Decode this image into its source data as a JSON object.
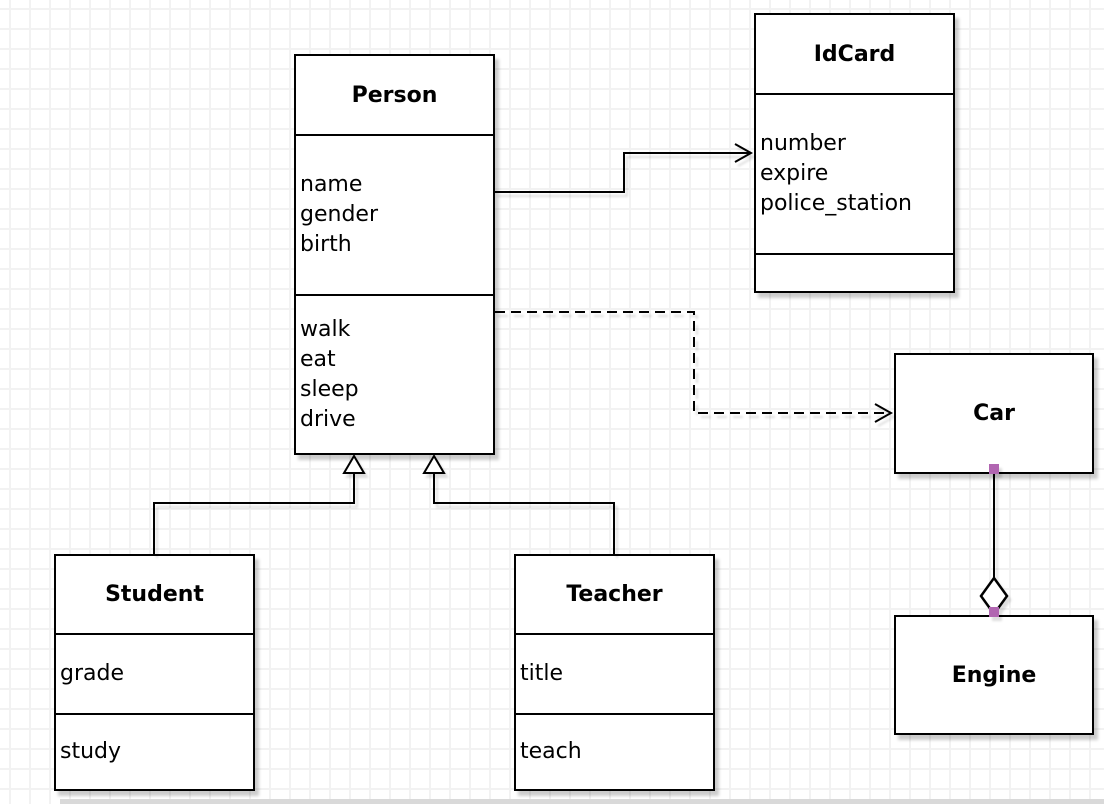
{
  "diagram": {
    "type": "uml-class-diagram",
    "classes": [
      {
        "id": "person",
        "title": "Person",
        "attributes": [
          "name",
          "gender",
          "birth"
        ],
        "methods": [
          "walk",
          "eat",
          "sleep",
          "drive"
        ]
      },
      {
        "id": "idcard",
        "title": "IdCard",
        "attributes": [
          "number",
          "expire",
          "police_station"
        ],
        "methods": []
      },
      {
        "id": "car",
        "title": "Car",
        "attributes": [],
        "methods": []
      },
      {
        "id": "engine",
        "title": "Engine",
        "attributes": [],
        "methods": []
      },
      {
        "id": "student",
        "title": "Student",
        "attributes": [
          "grade"
        ],
        "methods": [
          "study"
        ]
      },
      {
        "id": "teacher",
        "title": "Teacher",
        "attributes": [
          "title"
        ],
        "methods": [
          "teach"
        ]
      }
    ],
    "relationships": [
      {
        "from": "Person",
        "to": "IdCard",
        "type": "association",
        "line": "solid",
        "arrow": "open-arrowhead"
      },
      {
        "from": "Person",
        "to": "Car",
        "type": "dependency",
        "line": "dashed",
        "arrow": "open-arrowhead"
      },
      {
        "from": "Student",
        "to": "Person",
        "type": "generalization",
        "line": "solid",
        "arrow": "hollow-triangle"
      },
      {
        "from": "Teacher",
        "to": "Person",
        "type": "generalization",
        "line": "solid",
        "arrow": "hollow-triangle"
      },
      {
        "from": "Car",
        "to": "Engine",
        "type": "aggregation",
        "line": "solid",
        "arrow": "hollow-diamond"
      }
    ],
    "colors": {
      "line": "#000000",
      "box_fill": "#ffffff",
      "endpoint_handle": "#b166b1",
      "grid_line": "#f2f2f2",
      "shadow": "#d9d9d9",
      "background": "#ffffff"
    }
  }
}
